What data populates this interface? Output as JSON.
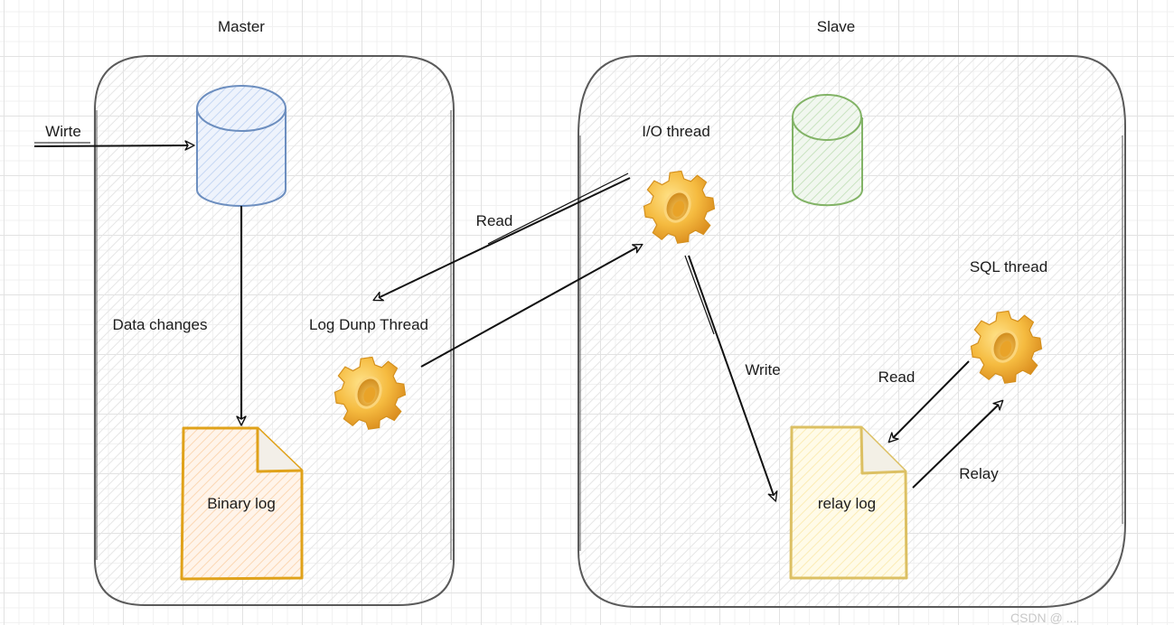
{
  "diagram": {
    "title_master": "Master",
    "title_slave": "Slave",
    "labels": {
      "write_in": "Wirte",
      "data_changes": "Data changes",
      "log_dump_thread": "Log Dunp Thread",
      "read_master": "Read",
      "io_thread": "I/O thread",
      "write_slave": "Write",
      "sql_thread": "SQL thread",
      "read_slave": "Read",
      "relay": "Relay",
      "binary_log": "Binary log",
      "relay_log": "relay log"
    },
    "nodes": {
      "master_db": {
        "type": "database",
        "color": "#6c8ebf",
        "fill": "#dae8fc"
      },
      "slave_db": {
        "type": "database",
        "color": "#82b366",
        "fill": "#d5e8d4"
      },
      "binary_log": {
        "type": "document",
        "color": "#d79b00",
        "fill": "#ffe6cc"
      },
      "relay_log": {
        "type": "document",
        "color": "#d6b656",
        "fill": "#fff2cc"
      },
      "gear_color": "#f0b43c"
    },
    "watermark": "CSDN @ ..."
  }
}
